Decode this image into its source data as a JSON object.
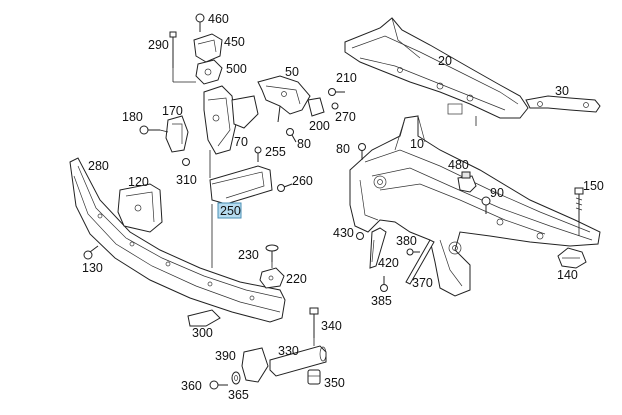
{
  "labels": {
    "p460": "460",
    "p450": "450",
    "p290": "290",
    "p500": "500",
    "p50": "50",
    "p20": "20",
    "p30": "30",
    "p210": "210",
    "p270": "270",
    "p200": "200",
    "p180": "180",
    "p170": "170",
    "p70": "70",
    "p80a": "80",
    "p80b": "80",
    "p10": "10",
    "p255": "255",
    "p280": "280",
    "p310": "310",
    "p120": "120",
    "p260": "260",
    "p250": "250",
    "p480": "480",
    "p90": "90",
    "p150": "150",
    "p430": "430",
    "p380": "380",
    "p230": "230",
    "p420": "420",
    "p370": "370",
    "p130": "130",
    "p220": "220",
    "p385": "385",
    "p140": "140",
    "p300": "300",
    "p340": "340",
    "p330": "330",
    "p390": "390",
    "p360": "360",
    "p365": "365",
    "p350": "350"
  },
  "highlight": {
    "part": "250",
    "color": "#b7dcf0"
  }
}
